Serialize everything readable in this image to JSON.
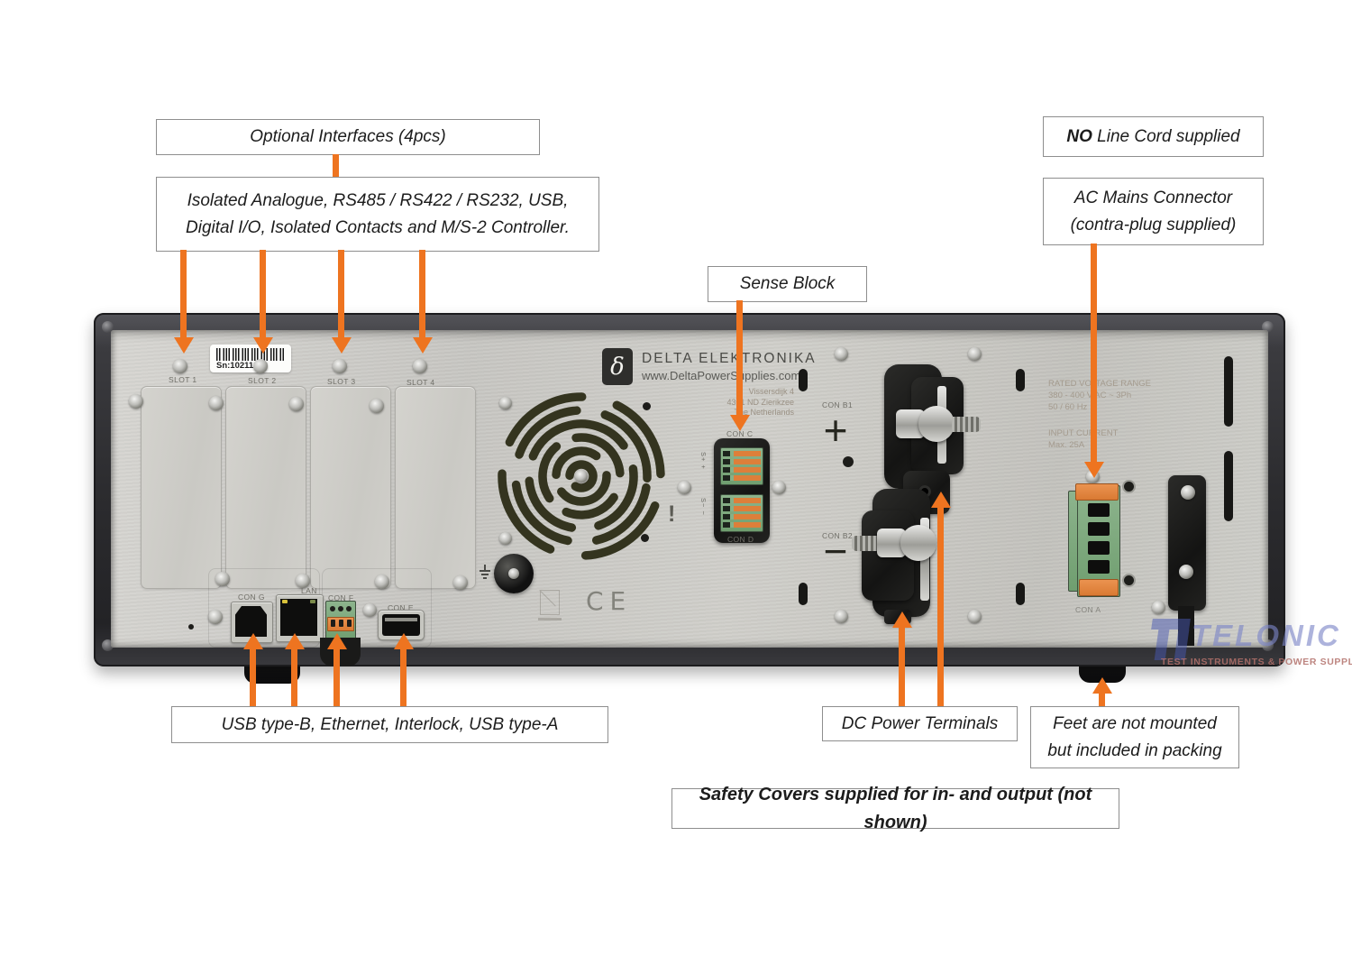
{
  "colors": {
    "arrow": "#ee7420",
    "callout_border": "#8e8e8e",
    "callout_text": "#1c1c1c",
    "bezel": "#2e2e31",
    "panel_metal": "#c9c8c3",
    "connector_green": "#7cab7c",
    "connector_orange": "#dd8040",
    "watermark_blue": "#6a76c0",
    "watermark_red": "#b4726c"
  },
  "callouts": {
    "optional_interfaces": "Optional Interfaces (4pcs)",
    "interfaces_detail_line1": "Isolated Analogue, RS485 / RS422 / RS232, USB,",
    "interfaces_detail_line2": "Digital I/O, Isolated Contacts and M/S-2 Controller.",
    "sense_block": "Sense Block",
    "no_line_cord_bold": "NO",
    "no_line_cord_rest": " Line Cord supplied",
    "ac_mains_line1": "AC Mains Connector",
    "ac_mains_line2": "(contra-plug supplied)",
    "usb_row": "USB type-B, Ethernet, Interlock, USB type-A",
    "dc_power": "DC Power Terminals",
    "feet_line1": "Feet are not mounted",
    "feet_line2": "but included in packing",
    "safety_covers": "Safety Covers supplied for in- and output (not shown)"
  },
  "device": {
    "serial": "Sn:10211389",
    "slots": [
      "SLOT 1",
      "SLOT 2",
      "SLOT 3",
      "SLOT 4"
    ],
    "brand": "DELTA  ELEKTRONIKA",
    "website": "www.DeltaPowerSupplies.com",
    "delta_glyph": "δ",
    "address_lines": [
      "Vissersdijk 4",
      "4301 ND Zierikzee",
      "The Netherlands"
    ],
    "rating_lines": [
      "RATED VOLTAGE RANGE",
      "380 - 400 V AC  ~  3Ph",
      "50 / 60 Hz"
    ],
    "input_lines": [
      "INPUT CURRENT",
      "Max. 25A"
    ],
    "labels": {
      "con_a": "CON A",
      "con_b1": "CON B1",
      "con_b2": "CON B2",
      "con_c": "CON C",
      "con_d": "CON D",
      "con_e": "CON E",
      "con_f": "CON F",
      "con_g": "CON G",
      "lan": "LAN"
    },
    "polarity_plus": "+",
    "polarity_minus": "−",
    "sense_marks_top": "S+ +",
    "sense_marks_bottom": "S− −",
    "ce_mark": "CE",
    "warning_mark": "!"
  },
  "watermark": {
    "brand": "TELONIC",
    "tagline": "TEST INSTRUMENTS & POWER SUPPLIES"
  }
}
